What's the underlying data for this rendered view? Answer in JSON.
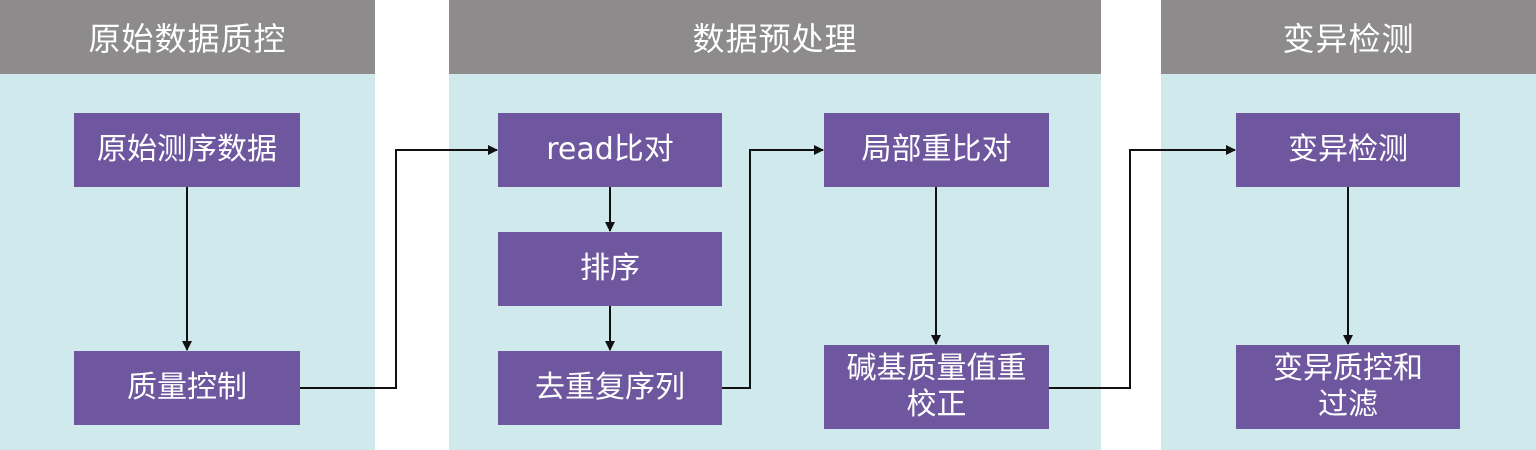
{
  "stages": {
    "qc": {
      "title": "原始数据质控"
    },
    "preprocess": {
      "title": "数据预处理"
    },
    "variant": {
      "title": "变异检测"
    }
  },
  "nodes": {
    "raw_data": "原始测序数据",
    "quality_control": "质量控制",
    "read_alignment": "read比对",
    "sorting": "排序",
    "dedup": "去重复序列",
    "local_realign": "局部重比对",
    "bqsr": "碱基质量值重校正",
    "variant_calling": "变异检测",
    "variant_filter": "变异质控和过滤"
  },
  "colors": {
    "header": "#8d8b8c",
    "panel": "#cfe9ec",
    "node": "#6e579f",
    "arrow": "#111111"
  }
}
